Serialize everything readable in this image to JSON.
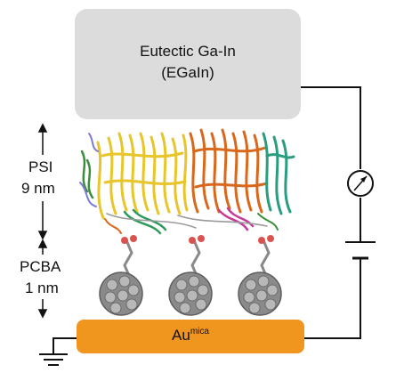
{
  "top_electrode": {
    "line1": "Eutectic Ga-In",
    "line2": "(EGaIn)"
  },
  "protein": {
    "name": "PSI",
    "thickness": "9 nm"
  },
  "linker": {
    "name": "PCBA",
    "thickness": "1 nm"
  },
  "substrate": {
    "base": "Au",
    "superscript": "mica"
  },
  "colors": {
    "electrode": "#dcdcdc",
    "substrate": "#f0961e",
    "wire": "#111111",
    "protein_yellow": "#e8c52a",
    "protein_orange": "#d9681c",
    "protein_teal": "#2a9d80",
    "molecule_gray": "#8a8a8a",
    "oxygen_red": "#d9534f"
  }
}
